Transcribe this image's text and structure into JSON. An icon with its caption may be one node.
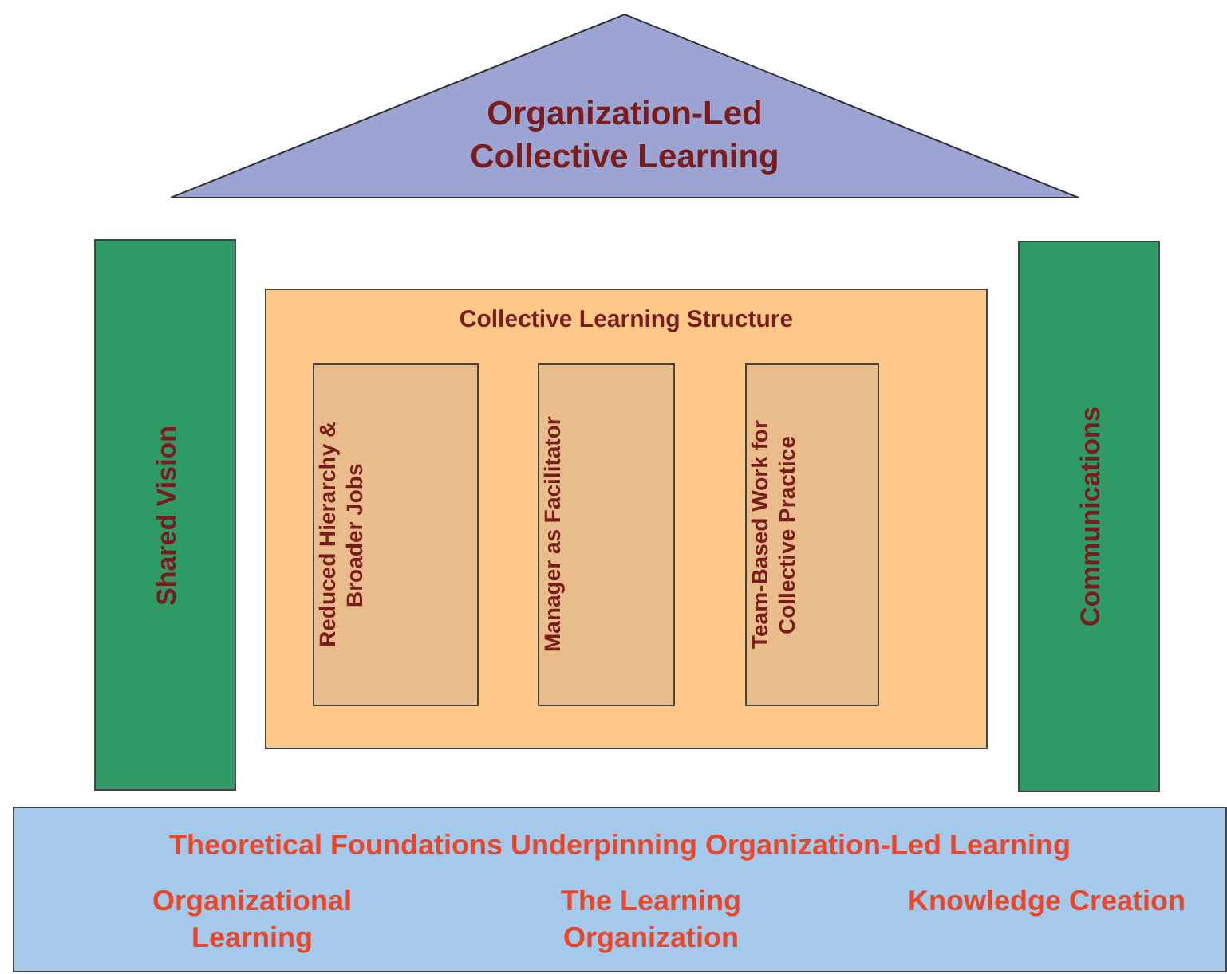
{
  "diagram": {
    "nodes": [
      {
        "text": [
          "Organization-Led Collective Learning"
        ]
      },
      {
        "text": [
          "Shared Vision"
        ]
      },
      {
        "text": [
          "Collective Learning Structure"
        ]
      },
      {
        "text": [
          "Reduced Hierarchy & Broader Jobs"
        ],
        "in": 2
      },
      {
        "text": [
          "Manager as Facilitator"
        ],
        "in": 2
      },
      {
        "text": [
          "Team-Based Work for Collective Practice"
        ],
        "in": 2
      },
      {
        "text": [
          "Communications"
        ]
      },
      {
        "text": [
          "Theoretical Foundations Underpinning Organization-Led Learning",
          "Organizational Learning",
          "The Learning Organization",
          "Knowledge Creation"
        ]
      }
    ],
    "edges": []
  }
}
